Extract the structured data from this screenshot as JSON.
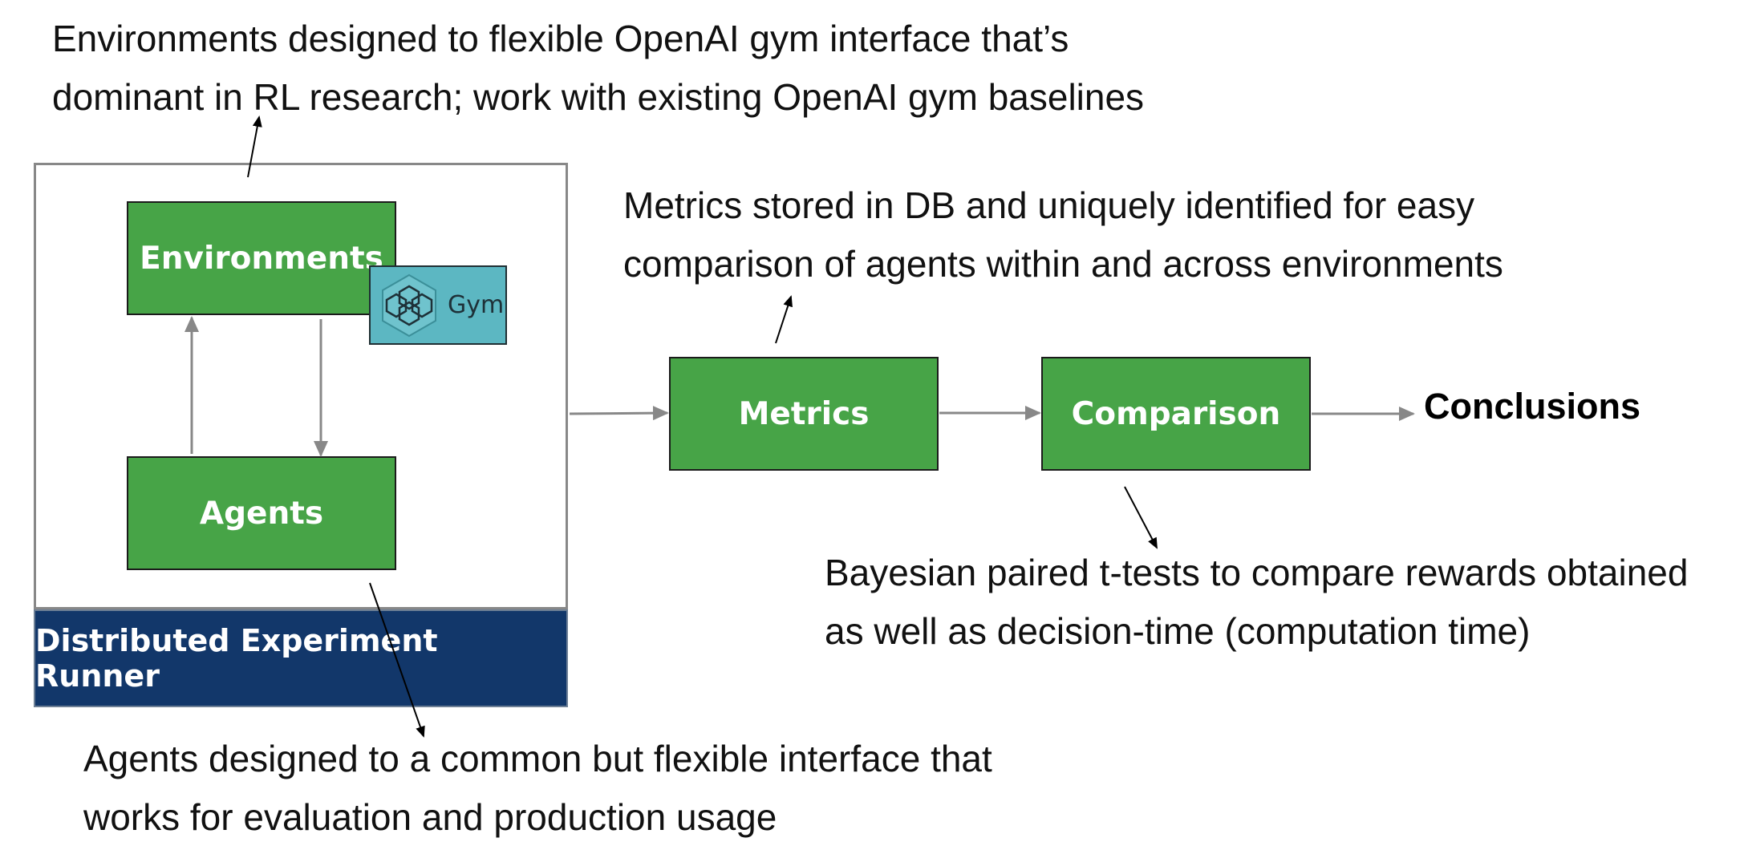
{
  "notes": {
    "environments_note": {
      "line1": "Environments designed to flexible OpenAI gym interface that’s",
      "line2": "dominant in RL research; work with existing OpenAI gym baselines"
    },
    "metrics_note": {
      "line1": "Metrics stored in DB and uniquely identified for easy",
      "line2": "comparison of agents within and across environments"
    },
    "comparison_note": {
      "line1": "Bayesian paired t-tests to compare rewards obtained",
      "line2": "as well as decision-time (computation time)"
    },
    "agents_note": {
      "line1": "Agents designed to a common but flexible interface that",
      "line2": "works for evaluation and production usage"
    }
  },
  "nodes": {
    "environments": "Environments",
    "agents": "Agents",
    "metrics": "Metrics",
    "comparison": "Comparison",
    "runner": "Distributed Experiment Runner",
    "gym": "Gym",
    "conclusions": "Conclusions"
  },
  "colors": {
    "node_green": "#47a447",
    "runner_navy": "#12376a",
    "gym_teal": "#5cb7c2",
    "arrow_gray": "#888888",
    "frame_gray": "#888888"
  },
  "icons": {
    "gym_logo": "gym-logo-icon"
  }
}
